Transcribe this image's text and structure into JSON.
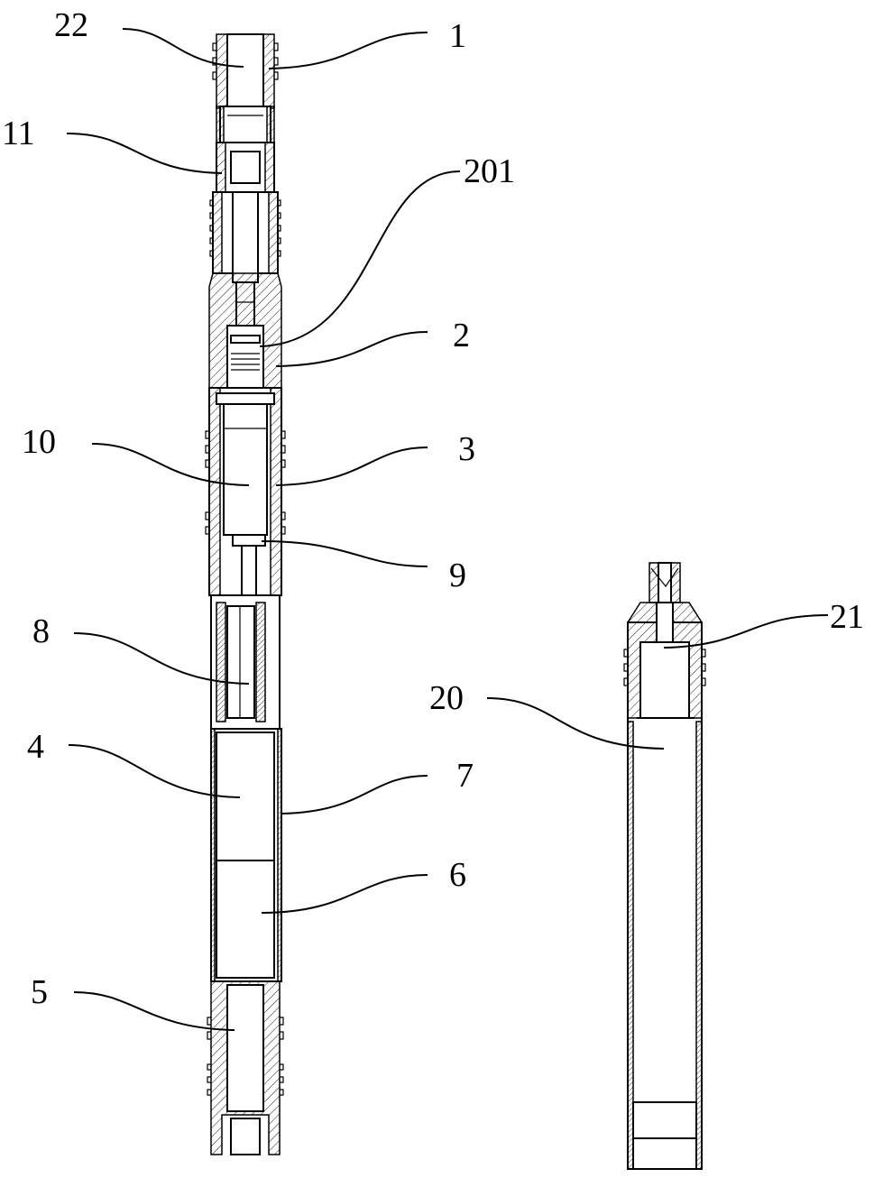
{
  "figure": {
    "labels": [
      {
        "id": "22",
        "text": "22"
      },
      {
        "id": "1",
        "text": "1"
      },
      {
        "id": "11",
        "text": "11"
      },
      {
        "id": "201",
        "text": "201"
      },
      {
        "id": "2",
        "text": "2"
      },
      {
        "id": "10",
        "text": "10"
      },
      {
        "id": "3",
        "text": "3"
      },
      {
        "id": "9",
        "text": "9"
      },
      {
        "id": "8",
        "text": "8"
      },
      {
        "id": "21",
        "text": "21"
      },
      {
        "id": "20",
        "text": "20"
      },
      {
        "id": "4",
        "text": "4"
      },
      {
        "id": "7",
        "text": "7"
      },
      {
        "id": "6",
        "text": "6"
      },
      {
        "id": "5",
        "text": "5"
      }
    ]
  }
}
